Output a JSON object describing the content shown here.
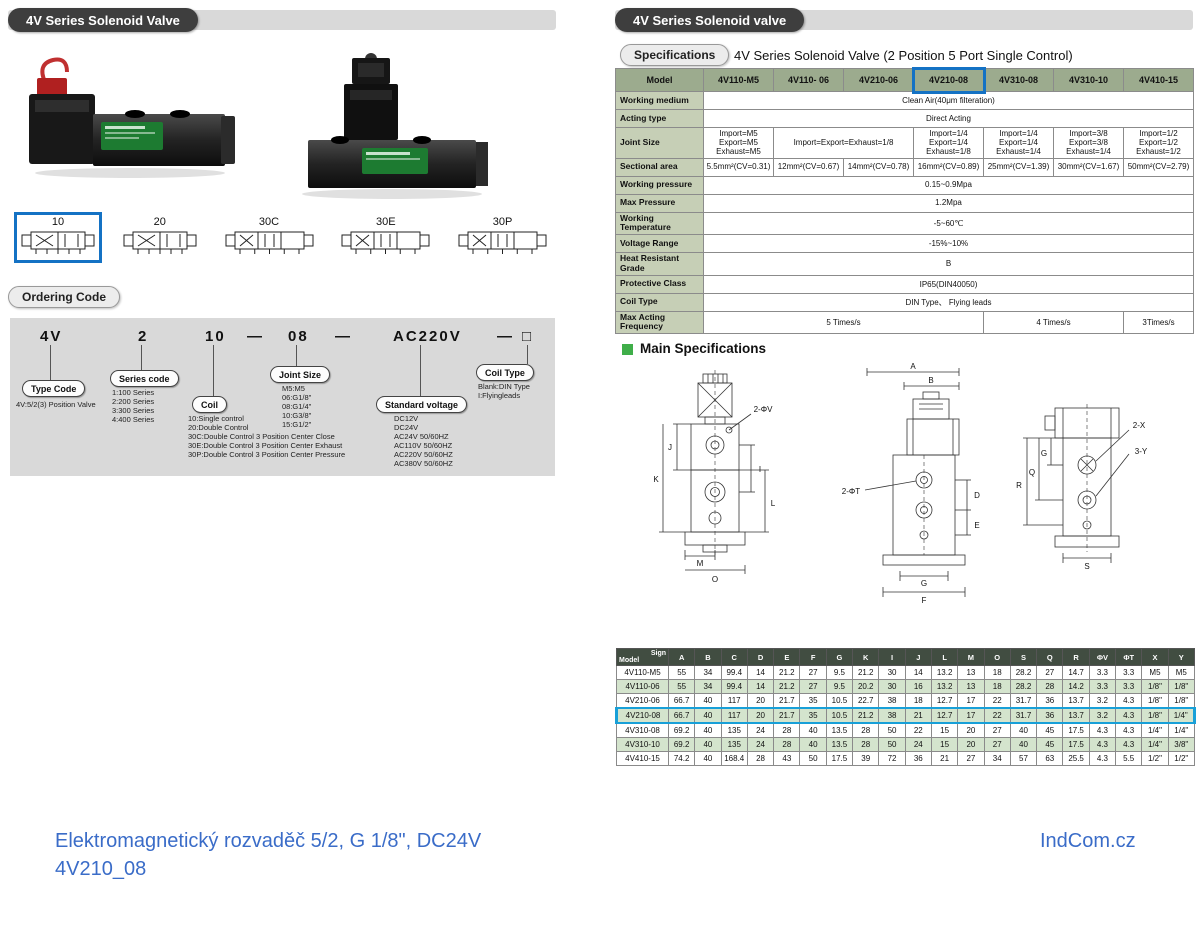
{
  "colors": {
    "highlight_blue": "#1472c4",
    "row_highlight": "#18a0d8",
    "caption_blue": "#3a6cc8",
    "table_header_green": "#9cab8e",
    "table_label_green": "#c6cfb6",
    "dim_header_dark": "#414d41",
    "dim_row_green": "#d4e4cd",
    "accent_green": "#3fae49",
    "header_bar_gray": "#d9d9d9",
    "header_pill_dark": "#3e3e3e"
  },
  "left": {
    "header_title": "4V Series Solenoid Valve",
    "symbols": [
      {
        "label": "10",
        "positions": 2,
        "highlighted": true
      },
      {
        "label": "20",
        "positions": 2
      },
      {
        "label": "30C",
        "positions": 3
      },
      {
        "label": "30E",
        "positions": 3
      },
      {
        "label": "30P",
        "positions": 3
      }
    ],
    "ordering": {
      "header": "Ordering Code",
      "dash": "—",
      "groups": [
        {
          "code": "4V",
          "label": "Type Code",
          "lines": [
            "4V:5/2(3) Position Valve"
          ]
        },
        {
          "code": "2",
          "label": "Series code",
          "lines": [
            "1:100 Series",
            "2:200 Series",
            "3:300 Series",
            "4:400 Series"
          ]
        },
        {
          "code": "10",
          "label": "Coil",
          "lines": [
            "10:Single control",
            "20:Double Control",
            "30C:Double Control 3 Position Center Close",
            "30E:Double Control 3 Position Center Exhaust",
            "30P:Double Control 3 Position Center Pressure"
          ]
        },
        {
          "code": "08",
          "label": "Joint Size",
          "lines": [
            "M5:M5",
            "06:G1/8\"",
            "08:G1/4\"",
            "10:G3/8\"",
            "15:G1/2\""
          ]
        },
        {
          "code": "AC220V",
          "label": "Standard voltage",
          "lines": [
            "DC12V",
            "DC24V",
            "AC24V 50/60HZ",
            "AC110V 50/60HZ",
            "AC220V 50/60HZ",
            "AC380V 50/60HZ"
          ]
        },
        {
          "code": "□",
          "label": "Coil Type",
          "lines": [
            "Blank:DIN Type",
            "I:Flyingleads"
          ]
        }
      ]
    }
  },
  "right": {
    "header_title": "4V Series Solenoid valve",
    "specifications_label": "Specifications",
    "specifications_title": "4V Series Solenoid Valve (2 Position 5 Port Single Control)",
    "spec_table": {
      "corner": "Model",
      "columns": [
        "4V110-M5",
        "4V110- 06",
        "4V210-06",
        "4V210-08",
        "4V310-08",
        "4V310-10",
        "4V410-15"
      ],
      "highlight_column": "4V210-08",
      "rows": [
        {
          "label": "Working medium",
          "cells": [
            {
              "text": "Clean Air(40μm filteration)",
              "span": 7
            }
          ]
        },
        {
          "label": "Acting type",
          "cells": [
            {
              "text": "Direct Acting",
              "span": 7
            }
          ]
        },
        {
          "label": "Joint Size",
          "cells": [
            {
              "text": "Import=M5\nExport=M5\nExhaust=M5",
              "span": 1
            },
            {
              "text": "Import=Export=Exhaust=1/8",
              "span": 2
            },
            {
              "text": "Import=1/4\nExport=1/4\nExhaust=1/8",
              "span": 1
            },
            {
              "text": "Import=1/4\nExport=1/4\nExhaust=1/4",
              "span": 1
            },
            {
              "text": "Import=3/8\nExport=3/8\nExhaust=1/4",
              "span": 1
            },
            {
              "text": "Import=1/2\nExport=1/2\nExhaust=1/2",
              "span": 1
            }
          ]
        },
        {
          "label": "Sectional area",
          "cells": [
            {
              "text": "5.5mm²(CV=0.31)",
              "span": 1
            },
            {
              "text": "12mm²(CV=0.67)",
              "span": 1
            },
            {
              "text": "14mm²(CV=0.78)",
              "span": 1
            },
            {
              "text": "16mm²(CV=0.89)",
              "span": 1
            },
            {
              "text": "25mm²(CV=1.39)",
              "span": 1
            },
            {
              "text": "30mm²(CV=1.67)",
              "span": 1
            },
            {
              "text": "50mm²(CV=2.79)",
              "span": 1
            }
          ]
        },
        {
          "label": "Working pressure",
          "cells": [
            {
              "text": "0.15~0.9Mpa",
              "span": 7
            }
          ]
        },
        {
          "label": "Max Pressure",
          "cells": [
            {
              "text": "1.2Mpa",
              "span": 7
            }
          ]
        },
        {
          "label": "Working Temperature",
          "cells": [
            {
              "text": "-5~60℃",
              "span": 7
            }
          ]
        },
        {
          "label": "Voltage Range",
          "cells": [
            {
              "text": "-15%~10%",
              "span": 7
            }
          ]
        },
        {
          "label": "Heat Resistant Grade",
          "cells": [
            {
              "text": "B",
              "span": 7
            }
          ]
        },
        {
          "label": "Protective Class",
          "cells": [
            {
              "text": "IP65(DIN40050)",
              "span": 7
            }
          ]
        },
        {
          "label": "Coil Type",
          "cells": [
            {
              "text": "DIN Type、 Flying leads",
              "span": 7
            }
          ]
        },
        {
          "label": "Max Acting Frequency",
          "cells": [
            {
              "text": "5 Times/s",
              "span": 4
            },
            {
              "text": "4 Times/s",
              "span": 2
            },
            {
              "text": "3Times/s",
              "span": 1
            }
          ]
        }
      ]
    },
    "main_specifications_title": "Main Specifications",
    "drawings": [
      {
        "labels": [
          "2-ΦV",
          "J",
          "K",
          "I",
          "L",
          "M",
          "O"
        ]
      },
      {
        "labels": [
          "A",
          "B",
          "2-ΦT",
          "D",
          "E",
          "G",
          "F"
        ]
      },
      {
        "labels": [
          "2-X",
          "3-Y",
          "G",
          "Q",
          "R",
          "S"
        ]
      }
    ],
    "dim_table": {
      "corner_top": "Sign",
      "corner_bottom": "Model",
      "columns": [
        "A",
        "B",
        "C",
        "D",
        "E",
        "F",
        "G",
        "K",
        "I",
        "J",
        "L",
        "M",
        "O",
        "S",
        "Q",
        "R",
        "ΦV",
        "ΦT",
        "X",
        "Y"
      ],
      "rows": [
        {
          "model": "4V110-M5",
          "values": [
            "55",
            "34",
            "99.4",
            "14",
            "21.2",
            "27",
            "9.5",
            "21.2",
            "30",
            "14",
            "13.2",
            "13",
            "18",
            "28.2",
            "27",
            "14.7",
            "3.3",
            "3.3",
            "M5",
            "M5"
          ]
        },
        {
          "model": "4V110-06",
          "values": [
            "55",
            "34",
            "99.4",
            "14",
            "21.2",
            "27",
            "9.5",
            "20.2",
            "30",
            "16",
            "13.2",
            "13",
            "18",
            "28.2",
            "28",
            "14.2",
            "3.3",
            "3.3",
            "1/8\"",
            "1/8\""
          ]
        },
        {
          "model": "4V210-06",
          "values": [
            "66.7",
            "40",
            "117",
            "20",
            "21.7",
            "35",
            "10.5",
            "22.7",
            "38",
            "18",
            "12.7",
            "17",
            "22",
            "31.7",
            "36",
            "13.7",
            "3.2",
            "4.3",
            "1/8\"",
            "1/8\""
          ]
        },
        {
          "model": "4V210-08",
          "highlight": true,
          "values": [
            "66.7",
            "40",
            "117",
            "20",
            "21.7",
            "35",
            "10.5",
            "21.2",
            "38",
            "21",
            "12.7",
            "17",
            "22",
            "31.7",
            "36",
            "13.7",
            "3.2",
            "4.3",
            "1/8\"",
            "1/4\""
          ]
        },
        {
          "model": "4V310-08",
          "values": [
            "69.2",
            "40",
            "135",
            "24",
            "28",
            "40",
            "13.5",
            "28",
            "50",
            "22",
            "15",
            "20",
            "27",
            "40",
            "45",
            "17.5",
            "4.3",
            "4.3",
            "1/4\"",
            "1/4\""
          ]
        },
        {
          "model": "4V310-10",
          "values": [
            "69.2",
            "40",
            "135",
            "24",
            "28",
            "40",
            "13.5",
            "28",
            "50",
            "24",
            "15",
            "20",
            "27",
            "40",
            "45",
            "17.5",
            "4.3",
            "4.3",
            "1/4\"",
            "3/8\""
          ]
        },
        {
          "model": "4V410-15",
          "values": [
            "74.2",
            "40",
            "168.4",
            "28",
            "43",
            "50",
            "17.5",
            "39",
            "72",
            "36",
            "21",
            "27",
            "34",
            "57",
            "63",
            "25.5",
            "4.3",
            "5.5",
            "1/2\"",
            "1/2\""
          ]
        }
      ]
    }
  },
  "footer": {
    "caption_line1": "Elektromagnetický rozvaděč 5/2, G 1/8\", DC24V",
    "caption_line2": "4V210_08",
    "brand": "IndCom.cz"
  }
}
